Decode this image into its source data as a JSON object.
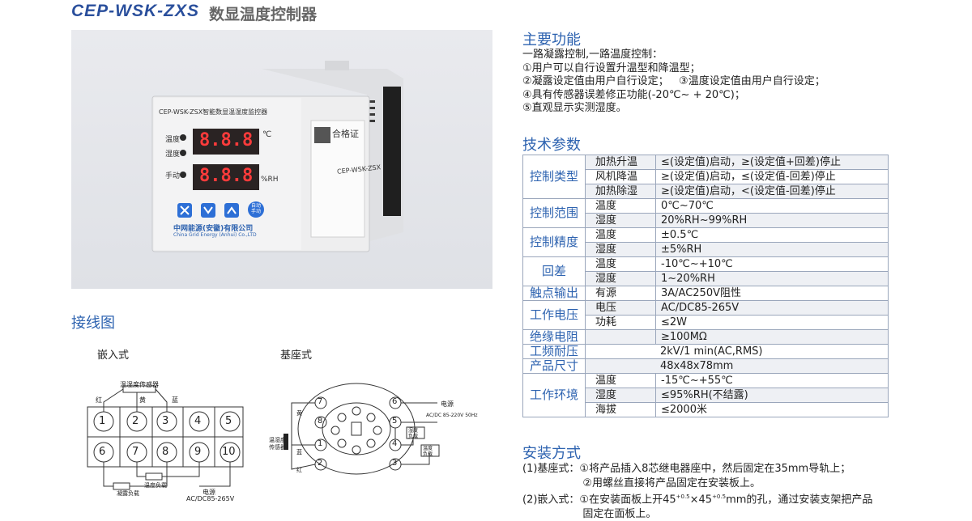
{
  "title": {
    "model": "CEP-WSK-ZXS",
    "name": "数显温度控制器"
  },
  "device": {
    "model_label": "CEP-WSK-ZSX智能数显温湿度监控器",
    "temp_label": "温度",
    "hum_label": "湿度",
    "manual_label": "手动",
    "display": "8.8.8",
    "unit_c": "℃",
    "unit_rh": "%RH",
    "btn_auto": "自动\n手动",
    "company_cn": "中网能源(安徽)有限公司",
    "company_en": "China Grid Energy (Anhui) Co.,LTD",
    "cert": "合格证",
    "sticker_model": "CEP-WSK-ZSX"
  },
  "sections": {
    "features": "主要功能",
    "tech": "技术参数",
    "wiring": "接线图",
    "install": "安装方式"
  },
  "features": [
    "一路凝露控制,一路温度控制：",
    "①用户可以自行设置升温型和降温型；",
    "②凝露设定值由用户自行设定；   ③温度设定值由用户自行设定；",
    "④具有传感器误差修正功能(-20℃~ + 20℃)；",
    "⑤直观显示实测湿度。"
  ],
  "spec": {
    "ctrl_type": "控制类型",
    "ctrl_type_rows": [
      {
        "sub": "加热升温",
        "val": "≤(设定值)启动，≥(设定值+回差)停止"
      },
      {
        "sub": "风机降温",
        "val": "≥(设定值)启动，≤(设定值-回差)停止"
      },
      {
        "sub": "加热除湿",
        "val": "≥(设定值)启动，<(设定值-回差)停止"
      }
    ],
    "range": "控制范围",
    "range_rows": [
      {
        "sub": "温度",
        "val": "0℃~70℃"
      },
      {
        "sub": "湿度",
        "val": "20%RH~99%RH"
      }
    ],
    "precision": "控制精度",
    "precision_rows": [
      {
        "sub": "温度",
        "val": "±0.5℃"
      },
      {
        "sub": "湿度",
        "val": "±5%RH"
      }
    ],
    "hyst": "回差",
    "hyst_rows": [
      {
        "sub": "温度",
        "val": "-10℃~+10℃"
      },
      {
        "sub": "湿度",
        "val": "1~20%RH"
      }
    ],
    "contact": "触点输出",
    "contact_row": {
      "sub": "有源",
      "val": "3A/AC250V阻性"
    },
    "power": "工作电压",
    "power_rows": [
      {
        "sub": "电压",
        "val": "AC/DC85-265V"
      },
      {
        "sub": "功耗",
        "val": "≤2W"
      }
    ],
    "insul": "绝缘电阻",
    "insul_val": "≥100MΩ",
    "withstand": "工频耐压",
    "withstand_val": "2kV/1 min(AC,RMS)",
    "size": "产品尺寸",
    "size_val": "48x48x78mm",
    "env": "工作环境",
    "env_rows": [
      {
        "sub": "温度",
        "val": "-15℃~+55℃"
      },
      {
        "sub": "湿度",
        "val": "≤95%RH(不结露)"
      },
      {
        "sub": "海拔",
        "val": "≤2000米"
      }
    ]
  },
  "install": {
    "l1": "(1)基座式：①将产品插入8芯继电器座中，然后固定在35mm导轨上；",
    "l2": "                  ②用螺丝直接将产品固定在安装板上。",
    "l3a": "(2)嵌入式：①在安装面板上开45",
    "l3sup1": "+0.5",
    "l3b": "×45",
    "l3sup2": "+0.5",
    "l3c": "mm的孔，通过安装支架把产品",
    "l4": "                  固定在面板上。"
  },
  "wiring": {
    "embed_label": "嵌入式",
    "base_label": "基座式",
    "sensor": "温湿度传感器",
    "red": "红",
    "yellow": "黄",
    "blue": "蓝",
    "terminals": [
      "1",
      "2",
      "3",
      "4",
      "5",
      "6",
      "7",
      "8",
      "9",
      "10"
    ],
    "cond_load": "凝露负载",
    "temp_load": "温度负载",
    "power": "电源",
    "power_spec": "AC/DC85-265V",
    "base_pins": [
      "7",
      "8",
      "1",
      "2",
      "6",
      "5",
      "4",
      "3"
    ],
    "base_power": "电源",
    "base_power_spec": "AC/DC 85-220V 50Hz",
    "base_hum_load": "湿度\n负载",
    "base_temp_load": "温度\n负载",
    "base_sensor": "温湿度\n传感器",
    "base_yellow": "黄",
    "base_blue": "蓝",
    "base_red": "红"
  }
}
